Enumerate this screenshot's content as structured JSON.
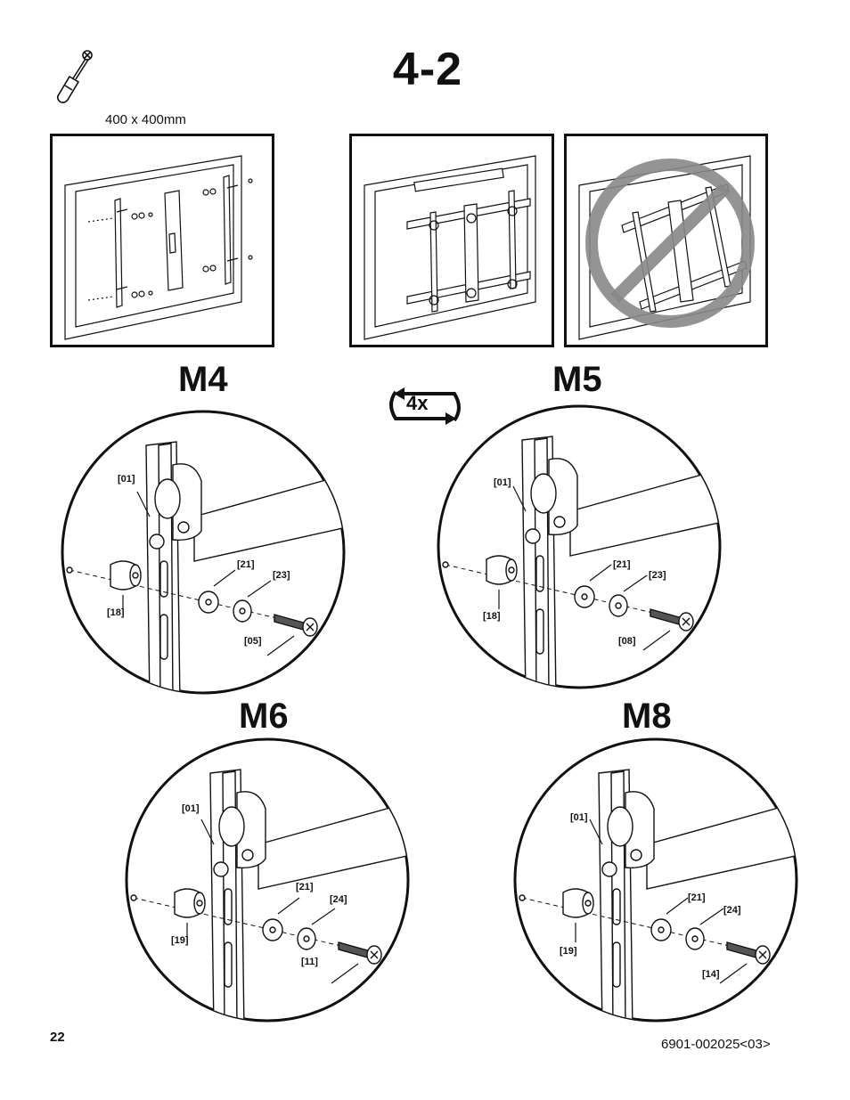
{
  "header": {
    "step": "4-2",
    "tool_icon": "screwdriver-icon"
  },
  "panels": {
    "size_label": "400 x 400mm"
  },
  "repeat_badge": {
    "label": "4x",
    "icon": "repeat-arrows-icon"
  },
  "details": [
    {
      "bolt": "M4",
      "bracket": "[01]",
      "spacer": "[18]",
      "washer1": "[21]",
      "washer2": "[23]",
      "screw": "[05]"
    },
    {
      "bolt": "M5",
      "bracket": "[01]",
      "spacer": "[18]",
      "washer1": "[21]",
      "washer2": "[23]",
      "screw": "[08]"
    },
    {
      "bolt": "M6",
      "bracket": "[01]",
      "spacer": "[19]",
      "washer1": "[21]",
      "washer2": "[24]",
      "screw": "[11]"
    },
    {
      "bolt": "M8",
      "bracket": "[01]",
      "spacer": "[19]",
      "washer1": "[21]",
      "washer2": "[24]",
      "screw": "[14]"
    }
  ],
  "footer": {
    "page": "22",
    "doc_number": "6901-002025<03>"
  }
}
